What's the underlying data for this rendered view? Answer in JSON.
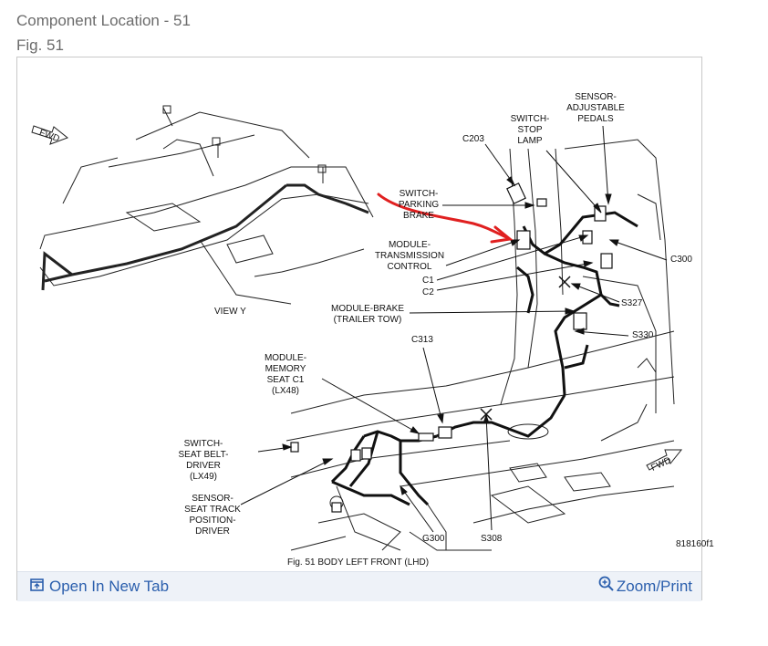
{
  "header": {
    "title": "Component Location - 51",
    "fig": "Fig. 51"
  },
  "diagram": {
    "labels": {
      "sensor_adjustable_pedals": [
        "SENSOR-",
        "ADJUSTABLE",
        "PEDALS"
      ],
      "switch_stop_lamp": [
        "SWITCH-",
        "STOP",
        "LAMP"
      ],
      "c203": "C203",
      "switch_parking_brake": [
        "SWITCH-",
        "PARKING",
        "BRAKE"
      ],
      "module_transmission_control": [
        "MODULE-",
        "TRANSMISSION",
        "CONTROL"
      ],
      "c1": "C1",
      "c2": "C2",
      "c300": "C300",
      "s327": "S327",
      "view_y": "VIEW Y",
      "module_brake": [
        "MODULE-BRAKE",
        "(TRAILER TOW)"
      ],
      "s330": "S330",
      "c313": "C313",
      "module_memory_seat": [
        "MODULE-",
        "MEMORY",
        "SEAT C1",
        "(LX48)"
      ],
      "switch_seat_belt": [
        "SWITCH-",
        "SEAT BELT-",
        "DRIVER",
        "(LX49)"
      ],
      "sensor_seat_track": [
        "SENSOR-",
        "SEAT TRACK",
        "POSITION-",
        "DRIVER"
      ],
      "g300": "G300",
      "s308": "S308",
      "fwd_top": "FWD",
      "fwd_bottom": "FWD",
      "drawing_number": "818160f1",
      "caption": "Fig. 51   BODY LEFT FRONT (LHD)"
    }
  },
  "toolbar": {
    "open_new_tab": "Open In New Tab",
    "zoom_print": "Zoom/Print"
  },
  "colors": {
    "link": "#2b5fad",
    "annotation_arrow": "#e02020"
  }
}
